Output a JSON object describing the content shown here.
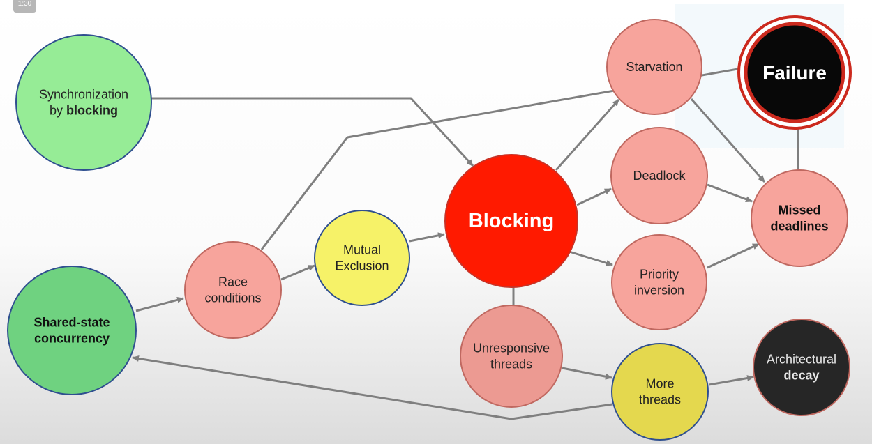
{
  "video": {
    "timestamp": "1:30"
  },
  "diagram": {
    "nodes": [
      {
        "id": "sync-blocking",
        "lines": [
          [
            {
              "text": "Synchronization",
              "bold": false
            }
          ],
          [
            {
              "text": "by ",
              "bold": false
            },
            {
              "text": "blocking",
              "bold": true
            }
          ]
        ],
        "fill": "#96ec96",
        "stroke": "#2f4f8f",
        "text_color": "#222222"
      },
      {
        "id": "shared-state",
        "lines": [
          [
            {
              "text": "Shared-state",
              "bold": true
            }
          ],
          [
            {
              "text": "concurrency",
              "bold": true
            }
          ]
        ],
        "fill": "#6fd280",
        "stroke": "#2f4f8f",
        "text_color": "#111111"
      },
      {
        "id": "race-conditions",
        "lines": [
          [
            {
              "text": "Race",
              "bold": false
            }
          ],
          [
            {
              "text": "conditions",
              "bold": false
            }
          ]
        ],
        "fill": "#f7a49c",
        "stroke": "#c06860",
        "text_color": "#222222"
      },
      {
        "id": "mutual-exclusion",
        "lines": [
          [
            {
              "text": "Mutual",
              "bold": false
            }
          ],
          [
            {
              "text": "Exclusion",
              "bold": false
            }
          ]
        ],
        "fill": "#f6f268",
        "stroke": "#2f4f8f",
        "text_color": "#222222"
      },
      {
        "id": "blocking",
        "lines": [
          [
            {
              "text": "Blocking",
              "bold": true
            }
          ]
        ],
        "fill": "#ff1a00",
        "stroke": "#c83226",
        "text_color": "#ffffff"
      },
      {
        "id": "starvation",
        "lines": [
          [
            {
              "text": "Starvation",
              "bold": false
            }
          ]
        ],
        "fill": "#f7a49c",
        "stroke": "#c06860",
        "text_color": "#222222"
      },
      {
        "id": "deadlock",
        "lines": [
          [
            {
              "text": "Deadlock",
              "bold": false
            }
          ]
        ],
        "fill": "#f7a49c",
        "stroke": "#c06860",
        "text_color": "#222222"
      },
      {
        "id": "priority-inversion",
        "lines": [
          [
            {
              "text": "Priority",
              "bold": false
            }
          ],
          [
            {
              "text": "inversion",
              "bold": false
            }
          ]
        ],
        "fill": "#f7a49c",
        "stroke": "#c06860",
        "text_color": "#222222"
      },
      {
        "id": "missed-deadlines",
        "lines": [
          [
            {
              "text": "Missed",
              "bold": true
            }
          ],
          [
            {
              "text": "deadlines",
              "bold": true
            }
          ]
        ],
        "fill": "#f7a49c",
        "stroke": "#c06860",
        "text_color": "#111111"
      },
      {
        "id": "failure",
        "lines": [
          [
            {
              "text": "Failure",
              "bold": true
            }
          ]
        ],
        "fill": "#080808",
        "stroke": "#cc2a1e",
        "text_color": "#ffffff"
      },
      {
        "id": "unresponsive-threads",
        "lines": [
          [
            {
              "text": "Unresponsive",
              "bold": false
            }
          ],
          [
            {
              "text": "threads",
              "bold": false
            }
          ]
        ],
        "fill": "#ec9a92",
        "stroke": "#c06860",
        "text_color": "#222222"
      },
      {
        "id": "more-threads",
        "lines": [
          [
            {
              "text": "More",
              "bold": false
            }
          ],
          [
            {
              "text": "threads",
              "bold": false
            }
          ]
        ],
        "fill": "#e4d84e",
        "stroke": "#2f4f8f",
        "text_color": "#222222"
      },
      {
        "id": "architectural-decay",
        "lines": [
          [
            {
              "text": "Architectural",
              "bold": false
            }
          ],
          [
            {
              "text": "decay",
              "bold": true
            }
          ]
        ],
        "fill": "#262626",
        "stroke": "#c06860",
        "text_color": "#e6e6e6"
      }
    ],
    "edges": [
      {
        "from": "sync-blocking",
        "to": "blocking"
      },
      {
        "from": "shared-state",
        "to": "race-conditions"
      },
      {
        "from": "race-conditions",
        "to": "mutual-exclusion"
      },
      {
        "from": "race-conditions",
        "to": "failure"
      },
      {
        "from": "mutual-exclusion",
        "to": "blocking"
      },
      {
        "from": "blocking",
        "to": "starvation"
      },
      {
        "from": "blocking",
        "to": "deadlock"
      },
      {
        "from": "blocking",
        "to": "priority-inversion"
      },
      {
        "from": "blocking",
        "to": "unresponsive-threads"
      },
      {
        "from": "starvation",
        "to": "missed-deadlines"
      },
      {
        "from": "deadlock",
        "to": "missed-deadlines"
      },
      {
        "from": "priority-inversion",
        "to": "missed-deadlines"
      },
      {
        "from": "missed-deadlines",
        "to": "failure"
      },
      {
        "from": "unresponsive-threads",
        "to": "more-threads"
      },
      {
        "from": "more-threads",
        "to": "architectural-decay"
      },
      {
        "from": "more-threads",
        "to": "shared-state"
      }
    ],
    "colors": {
      "edge": "#7f7f7f"
    }
  }
}
